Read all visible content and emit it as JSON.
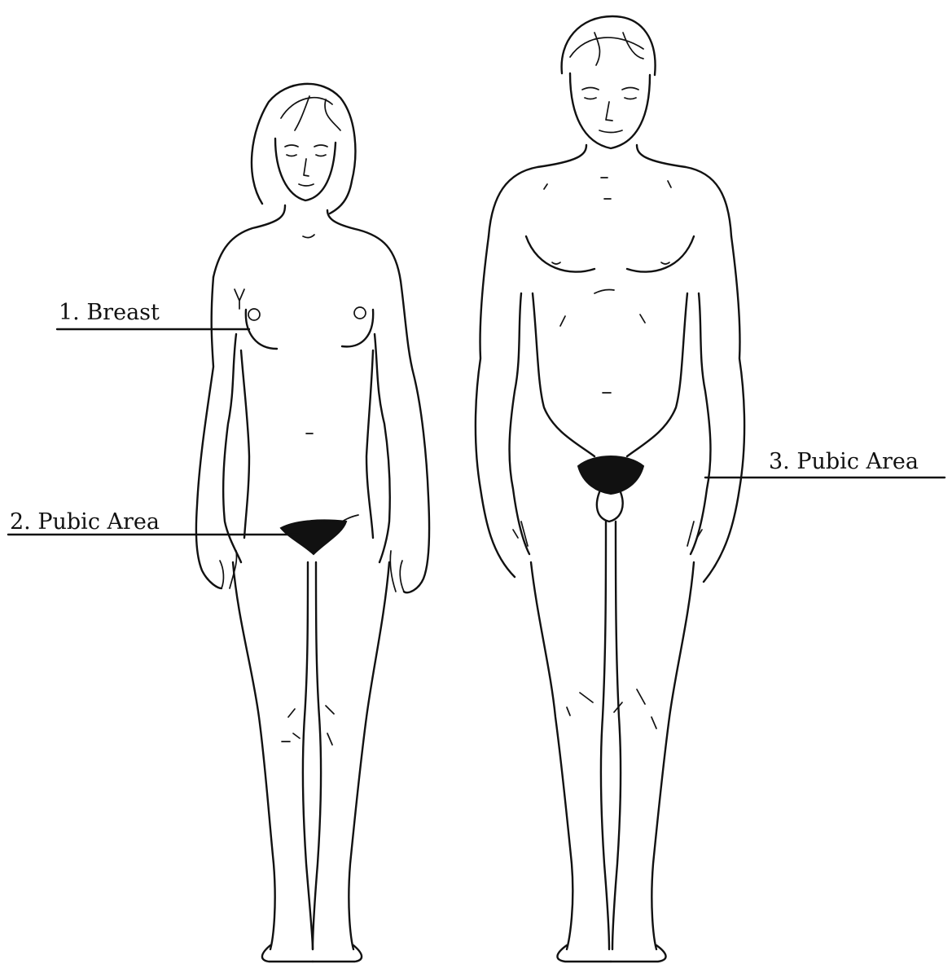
{
  "labels": {
    "breast": "1. Breast",
    "pubic_area_female": "2. Pubic Area",
    "pubic_area_male": "3. Pubic Area"
  },
  "figures": {
    "female": "female-figure-outline",
    "male": "male-figure-outline"
  },
  "colors": {
    "ink": "#111111",
    "background": "#ffffff"
  }
}
